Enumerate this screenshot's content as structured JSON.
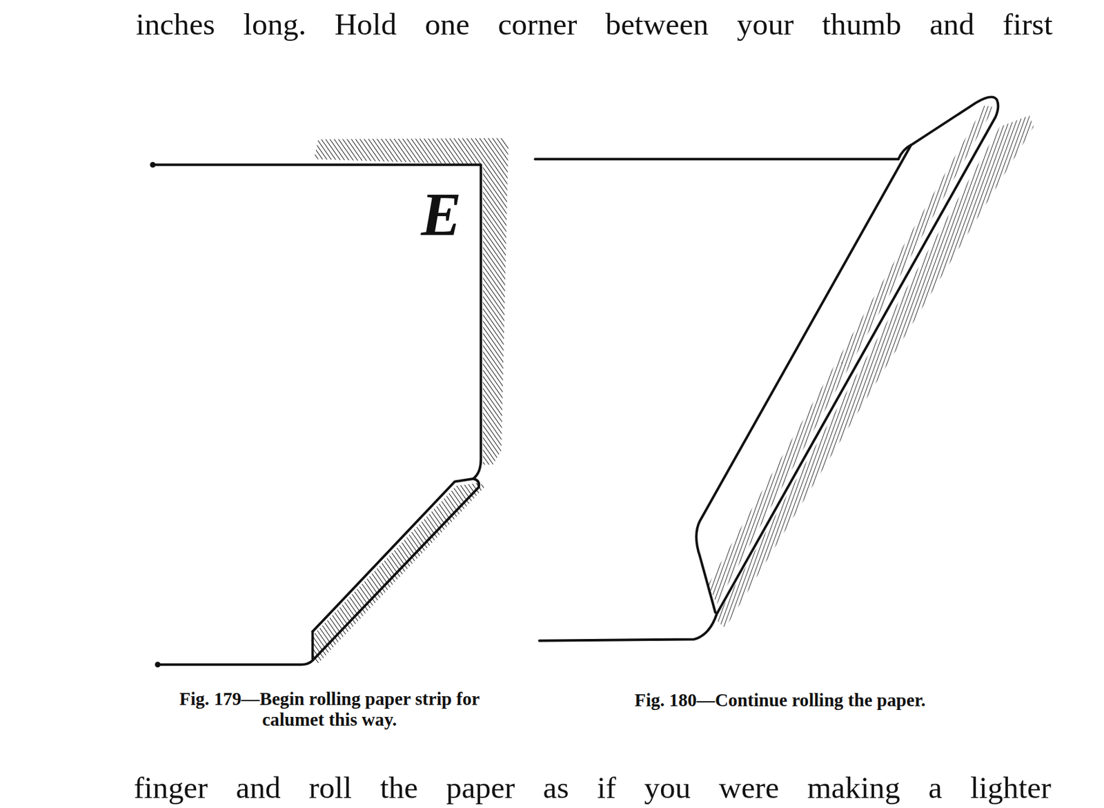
{
  "diagram": {
    "labels": [
      "inches long. Hold one corner between your thumb and first",
      "E",
      "Fig. 179—Begin rolling paper strip for calumet this way.",
      "Fig. 180—Continue rolling the paper.",
      "finger and roll the paper as if you were making a lighter"
    ]
  }
}
